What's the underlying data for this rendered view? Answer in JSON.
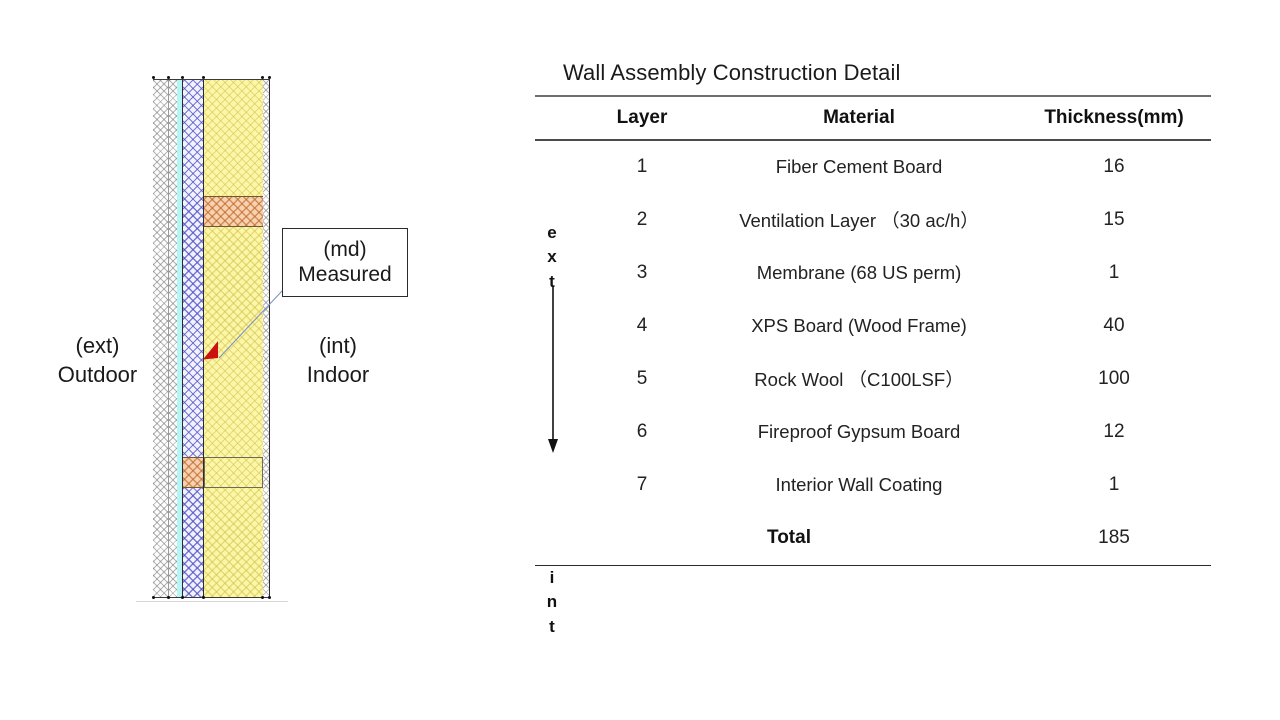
{
  "diagram": {
    "callout": {
      "code": "(md)",
      "label": "Measured"
    },
    "outdoor": {
      "code": "(ext)",
      "label": "Outdoor"
    },
    "indoor": {
      "code": "(int)",
      "label": "Indoor"
    },
    "colors": {
      "fiber_cement": "#fdfdfd",
      "ventilation": "#fdfdfd",
      "membrane": "#b7f4f4",
      "xps": "#f2f2ff",
      "rock_wool": "#fbf6a8",
      "wood_frame": "#f6d2b0",
      "gypsum": "#fdfdfd",
      "marker": "#cc1111",
      "leader": "#7f93c4"
    }
  },
  "table": {
    "title": "Wall Assembly Construction Detail",
    "side_start": "ext",
    "side_end": "int",
    "columns": [
      "Layer",
      "Material",
      "Thickness(mm)"
    ],
    "rows": [
      {
        "layer": "1",
        "material": "Fiber Cement Board",
        "thickness": "16"
      },
      {
        "layer": "2",
        "material": "Ventilation Layer （30 ac/h）",
        "thickness": "15"
      },
      {
        "layer": "3",
        "material": "Membrane (68 US perm)",
        "thickness": "1"
      },
      {
        "layer": "4",
        "material": "XPS Board (Wood Frame)",
        "thickness": "40"
      },
      {
        "layer": "5",
        "material": "Rock Wool （C100LSF）",
        "thickness": "100"
      },
      {
        "layer": "6",
        "material": "Fireproof Gypsum Board",
        "thickness": "12"
      },
      {
        "layer": "7",
        "material": "Interior Wall Coating",
        "thickness": "1"
      }
    ],
    "total": {
      "label": "Total",
      "thickness": "185"
    }
  }
}
